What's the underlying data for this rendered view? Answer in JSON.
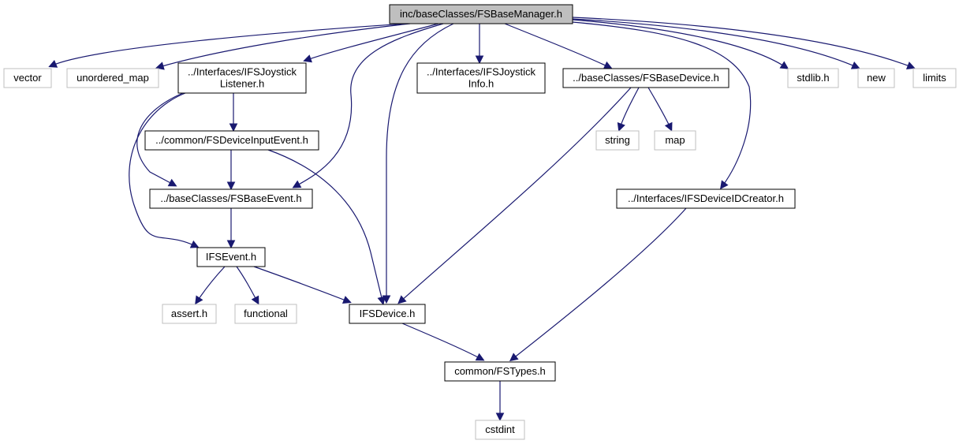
{
  "diagram": {
    "colors": {
      "edge": "#191970",
      "root_fill": "#bfbfbf",
      "internal_border": "#000000",
      "external_border": "#bfbfbf",
      "node_fill": "#ffffff"
    },
    "nodes": {
      "root": {
        "lines": [
          "inc/baseClasses/FSBaseManager.h"
        ],
        "kind": "root"
      },
      "vector": {
        "lines": [
          "vector"
        ],
        "kind": "external"
      },
      "unordered_map": {
        "lines": [
          "unordered_map"
        ],
        "kind": "external"
      },
      "joystick_listener": {
        "lines": [
          "../Interfaces/IFSJoystick",
          "Listener.h"
        ],
        "kind": "internal"
      },
      "joystick_info": {
        "lines": [
          "../Interfaces/IFSJoystick",
          "Info.h"
        ],
        "kind": "internal"
      },
      "base_device": {
        "lines": [
          "../baseClasses/FSBaseDevice.h"
        ],
        "kind": "internal"
      },
      "stdlib": {
        "lines": [
          "stdlib.h"
        ],
        "kind": "external"
      },
      "new": {
        "lines": [
          "new"
        ],
        "kind": "external"
      },
      "limits": {
        "lines": [
          "limits"
        ],
        "kind": "external"
      },
      "device_input_event": {
        "lines": [
          "../common/FSDeviceInputEvent.h"
        ],
        "kind": "internal"
      },
      "string": {
        "lines": [
          "string"
        ],
        "kind": "external"
      },
      "map": {
        "lines": [
          "map"
        ],
        "kind": "external"
      },
      "base_event": {
        "lines": [
          "../baseClasses/FSBaseEvent.h"
        ],
        "kind": "internal"
      },
      "device_id_creator": {
        "lines": [
          "../Interfaces/IFSDeviceIDCreator.h"
        ],
        "kind": "internal"
      },
      "ifs_event": {
        "lines": [
          "IFSEvent.h"
        ],
        "kind": "internal"
      },
      "assert": {
        "lines": [
          "assert.h"
        ],
        "kind": "external"
      },
      "functional": {
        "lines": [
          "functional"
        ],
        "kind": "external"
      },
      "ifs_device": {
        "lines": [
          "IFSDevice.h"
        ],
        "kind": "internal"
      },
      "fs_types": {
        "lines": [
          "common/FSTypes.h"
        ],
        "kind": "internal"
      },
      "cstdint": {
        "lines": [
          "cstdint"
        ],
        "kind": "external"
      }
    },
    "edges": [
      [
        "root",
        "vector"
      ],
      [
        "root",
        "unordered_map"
      ],
      [
        "root",
        "joystick_listener"
      ],
      [
        "root",
        "base_event"
      ],
      [
        "root",
        "ifs_device"
      ],
      [
        "root",
        "joystick_info"
      ],
      [
        "root",
        "base_device"
      ],
      [
        "root",
        "device_id_creator"
      ],
      [
        "root",
        "stdlib"
      ],
      [
        "root",
        "new"
      ],
      [
        "root",
        "limits"
      ],
      [
        "joystick_listener",
        "device_input_event"
      ],
      [
        "joystick_listener",
        "base_event"
      ],
      [
        "joystick_listener",
        "ifs_event"
      ],
      [
        "device_input_event",
        "base_event"
      ],
      [
        "device_input_event",
        "ifs_device"
      ],
      [
        "base_event",
        "ifs_event"
      ],
      [
        "ifs_event",
        "assert"
      ],
      [
        "ifs_event",
        "functional"
      ],
      [
        "ifs_event",
        "ifs_device"
      ],
      [
        "base_device",
        "string"
      ],
      [
        "base_device",
        "map"
      ],
      [
        "base_device",
        "ifs_device"
      ],
      [
        "device_id_creator",
        "fs_types"
      ],
      [
        "ifs_device",
        "fs_types"
      ],
      [
        "fs_types",
        "cstdint"
      ]
    ]
  }
}
